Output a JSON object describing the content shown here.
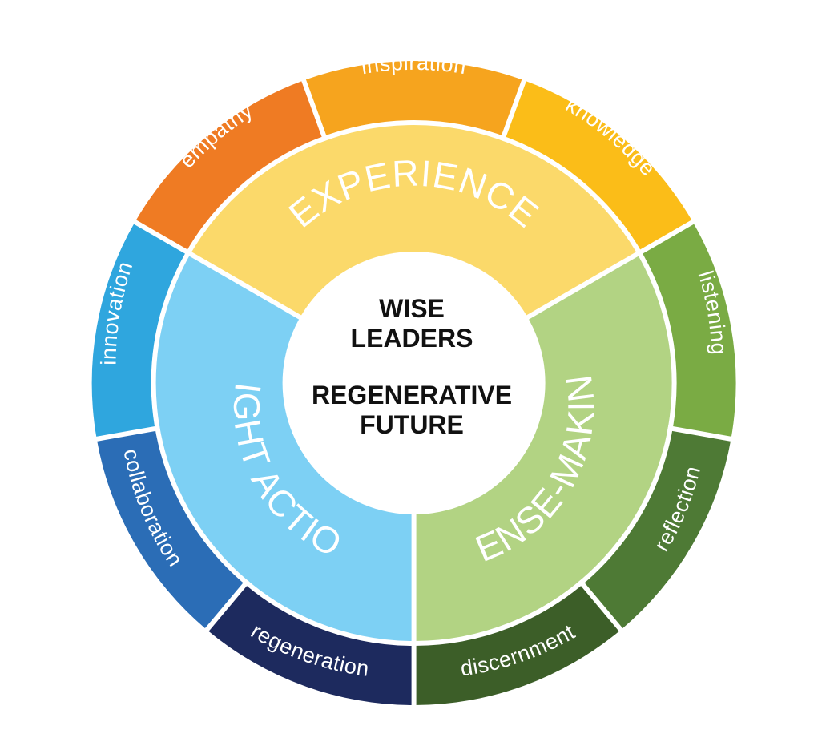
{
  "center": {
    "line1": "WISE",
    "line2": "LEADERS",
    "line3": "REGENERATIVE",
    "line4": "FUTURE"
  },
  "inner_segments": [
    {
      "label": "EXPERIENCE",
      "color": "#fbd96a",
      "text_color": "#ffffff"
    },
    {
      "label": "SENSE-MAKING",
      "color": "#b2d383",
      "text_color": "#ffffff"
    },
    {
      "label": "RIGHT ACTION",
      "color": "#7dd0f4",
      "text_color": "#ffffff"
    }
  ],
  "outer_segments": [
    {
      "label": "inspiration",
      "color": "#f6a41e"
    },
    {
      "label": "knowledge",
      "color": "#fbbd18"
    },
    {
      "label": "listening",
      "color": "#7aab44"
    },
    {
      "label": "reflection",
      "color": "#4e7a35"
    },
    {
      "label": "discernment",
      "color": "#3c5e28"
    },
    {
      "label": "regeneration",
      "color": "#1d2a5e"
    },
    {
      "label": "collaboration",
      "color": "#2b6db6"
    },
    {
      "label": "innovation",
      "color": "#2fa6de"
    },
    {
      "label": "empathy",
      "color": "#ef7b23"
    }
  ]
}
